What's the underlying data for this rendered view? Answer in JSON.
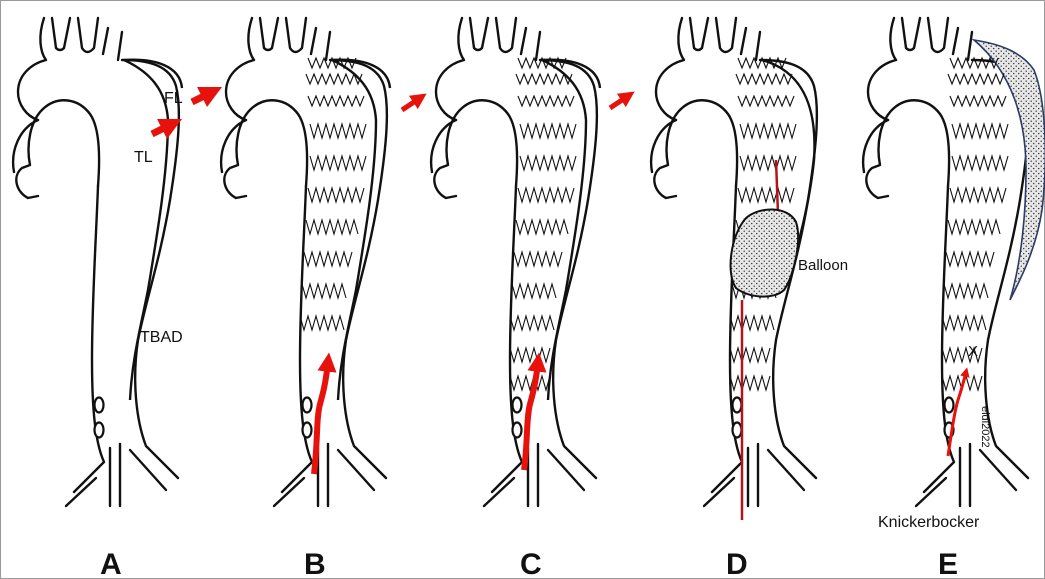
{
  "colors": {
    "arrow": "#e8120c",
    "wire": "#b3141c",
    "thrombus_edge": "#2b3a66",
    "vessel": "#111111"
  },
  "labels": {
    "fl": "FL",
    "tl": "TL",
    "tbad": "TBAD",
    "balloon": "Balloon",
    "x_mark": "X",
    "knickerbocker": "Knickerbocker",
    "signature": "eidi2022"
  },
  "panels": [
    {
      "letter": "A"
    },
    {
      "letter": "B"
    },
    {
      "letter": "C"
    },
    {
      "letter": "D"
    },
    {
      "letter": "E"
    }
  ]
}
